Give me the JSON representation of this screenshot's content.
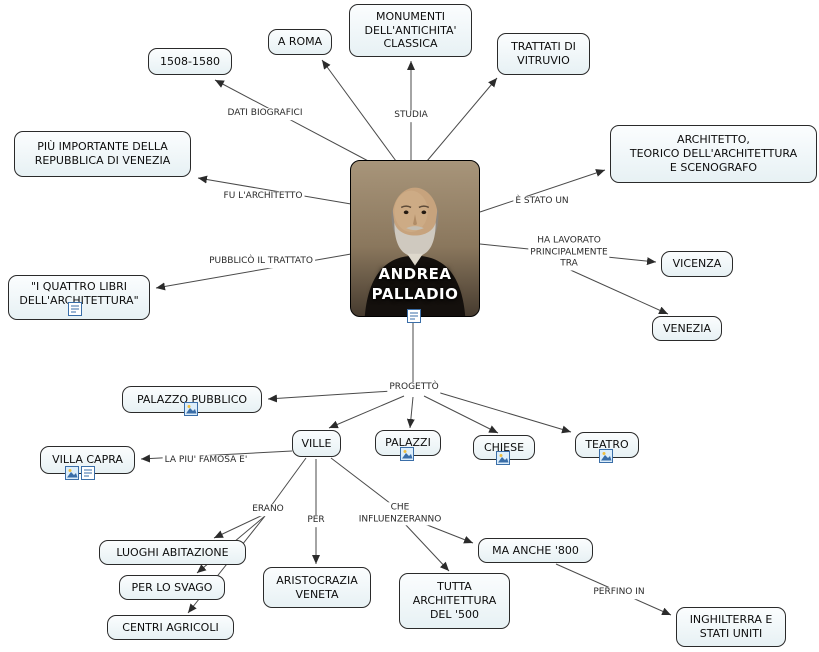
{
  "title": "Andrea Palladio concept map",
  "center": {
    "line1": "ANDREA",
    "line2": "PALLADIO"
  },
  "nodes": {
    "dates": "1508-1580",
    "a_roma": "A ROMA",
    "monumenti": "MONUMENTI\nDELL'ANTICHITA'\nCLASSICA",
    "trattati": "TRATTATI DI\nVITRUVIO",
    "piu_importante": "PIÙ IMPORTANTE DELLA\nREPUBBLICA DI VENEZIA",
    "architetto": "ARCHITETTO,\nTEORICO DELL'ARCHITETTURA\nE SCENOGRAFO",
    "vicenza": "VICENZA",
    "venezia": "VENEZIA",
    "quattro_libri": "\"I QUATTRO LIBRI\nDELL'ARCHITETTURA\"",
    "palazzo_pubblico": "PALAZZO PUBBLICO",
    "villa_capra": "VILLA CAPRA",
    "ville": "VILLE",
    "palazzi": "PALAZZI",
    "chiese": "CHIESE",
    "teatro": "TEATRO",
    "luoghi_abitazione": "LUOGHI ABITAZIONE",
    "per_lo_svago": "PER LO SVAGO",
    "centri_agricoli": "CENTRI AGRICOLI",
    "aristocrazia": "ARISTOCRAZIA\nVENETA",
    "ma_anche": "MA ANCHE '800",
    "tutta_architettura": "TUTTA\nARCHITETTURA\nDEL '500",
    "inghilterra": "INGHILTERRA E\nSTATI UNITI"
  },
  "edge_labels": {
    "dati_biografici": "DATI BIOGRAFICI",
    "studia": "STUDIA",
    "fu_architetto": "FU L'ARCHITETTO",
    "e_stato_un": "È STATO UN",
    "ha_lavorato": "HA LAVORATO\nPRINCIPALMENTE\nTRA",
    "pubblico_trattato": "PUBBLICÒ IL TRATTATO",
    "progetto": "PROGETTÒ",
    "la_piu_famosa": "LA PIU' FAMOSA E'",
    "erano": "ERANO",
    "per": "PER",
    "che_influenzeranno": "CHE\nINFLUENZERANNO",
    "perfino_in": "PERFINO IN"
  },
  "icons": {
    "document": "document-resource-icon",
    "image": "image-resource-icon"
  },
  "colors": {
    "node_bg": "#e7f1f4",
    "node_border": "#2a2a2a",
    "line": "#4a4a4a",
    "icon_blue": "#3a6ea8",
    "center_text": "#ffffff"
  }
}
